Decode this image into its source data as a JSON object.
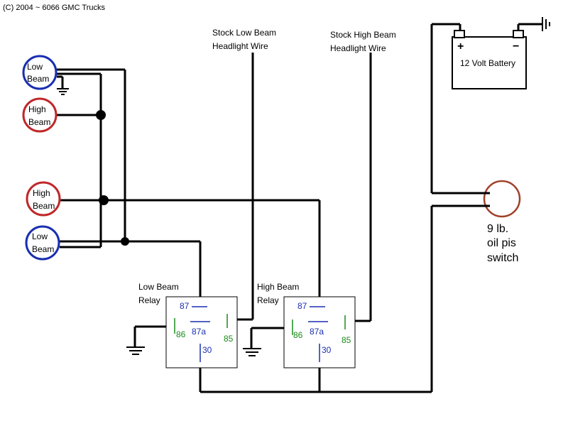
{
  "copyright": "(C) 2004 ~ 6066 GMC Trucks",
  "wires": {
    "stock_low": [
      "Stock Low Beam",
      "Headlight Wire"
    ],
    "stock_high": [
      "Stock High Beam",
      "Headlight Wire"
    ]
  },
  "lamps": {
    "top_low": [
      "Low",
      "Beam"
    ],
    "top_high": [
      "High",
      "Beam"
    ],
    "bottom_high": [
      "High",
      "Beam"
    ],
    "bottom_low": [
      "Low",
      "Beam"
    ]
  },
  "battery": {
    "label": "12 Volt Battery",
    "plus": "+",
    "minus": "−"
  },
  "switch": {
    "lines": [
      "9 lb.",
      "oil pis",
      "switch"
    ]
  },
  "relays": {
    "low": {
      "title": [
        "Low Beam",
        "Relay"
      ],
      "pin87": "87",
      "pin87a": "87a",
      "pin86": "86",
      "pin85": "85",
      "pin30": "30"
    },
    "high": {
      "title": [
        "High Beam",
        "Relay"
      ],
      "pin87": "87",
      "pin87a": "87a",
      "pin86": "86",
      "pin85": "85",
      "pin30": "30"
    }
  },
  "colors": {
    "low_beam_circle": "#1a2fb0",
    "high_beam_circle": "#c0282a",
    "pin_blue": "#1a2fb0",
    "pin_green": "#1a8a1a",
    "switch_circle": "#a0402a"
  }
}
